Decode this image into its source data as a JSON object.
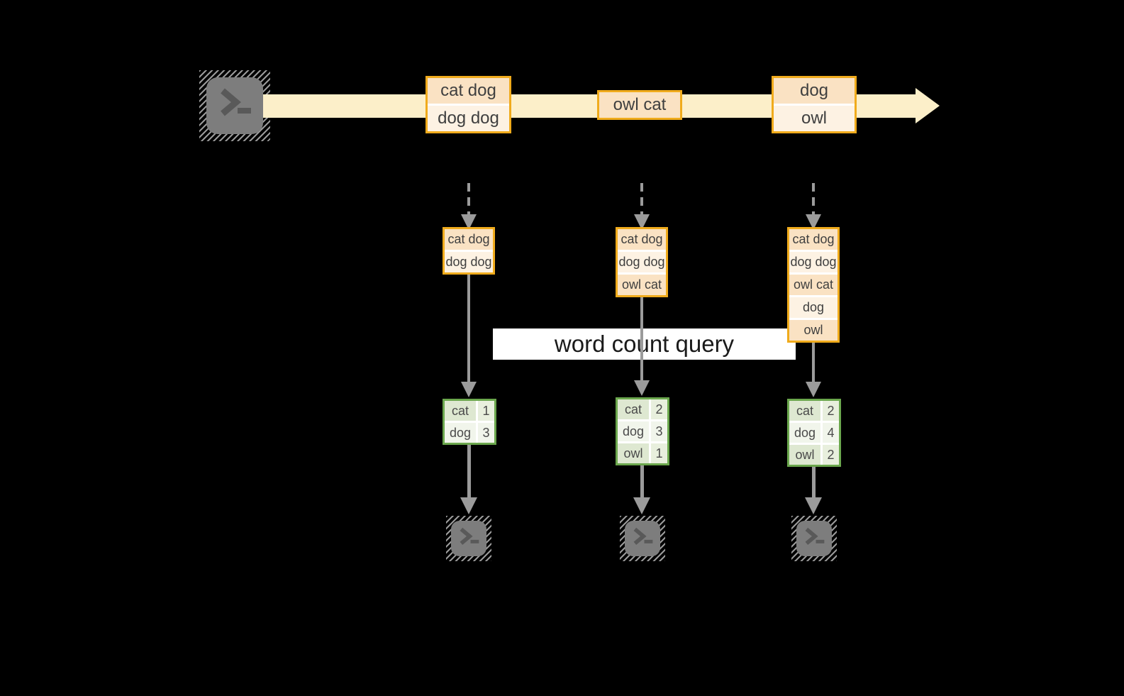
{
  "banner": {
    "label": "word count query"
  },
  "stream": {
    "events": [
      {
        "rows": [
          "cat dog",
          "dog dog"
        ]
      },
      {
        "rows": [
          "owl cat"
        ]
      },
      {
        "rows": [
          "dog",
          "owl"
        ]
      }
    ]
  },
  "columns": [
    {
      "buffer": [
        "cat dog",
        "dog dog"
      ],
      "counts": [
        {
          "word": "cat",
          "count": "1"
        },
        {
          "word": "dog",
          "count": "3"
        }
      ]
    },
    {
      "buffer": [
        "cat dog",
        "dog dog",
        "owl cat"
      ],
      "counts": [
        {
          "word": "cat",
          "count": "2"
        },
        {
          "word": "dog",
          "count": "3"
        },
        {
          "word": "owl",
          "count": "1"
        }
      ]
    },
    {
      "buffer": [
        "cat dog",
        "dog dog",
        "owl cat",
        "dog",
        "owl"
      ],
      "counts": [
        {
          "word": "cat",
          "count": "2"
        },
        {
          "word": "dog",
          "count": "4"
        },
        {
          "word": "owl",
          "count": "2"
        }
      ]
    }
  ],
  "icons": {
    "source": "terminal-icon",
    "consumers": [
      "terminal-icon",
      "terminal-icon",
      "terminal-icon"
    ]
  },
  "colors": {
    "background": "#000000",
    "stream_band": "#FCEFC9",
    "box_border": "#F0AB1C",
    "box_fill_dark": "#FAE2C3",
    "box_fill_light": "#FDF2E3",
    "table_border": "#6BA74D",
    "table_fill_dark": "#DEE8D1",
    "table_fill_light": "#F1F5EB",
    "arrow_gray": "#9B9B9B",
    "terminal_gray": "#7D7D7D",
    "text": "#3F3F3F"
  }
}
